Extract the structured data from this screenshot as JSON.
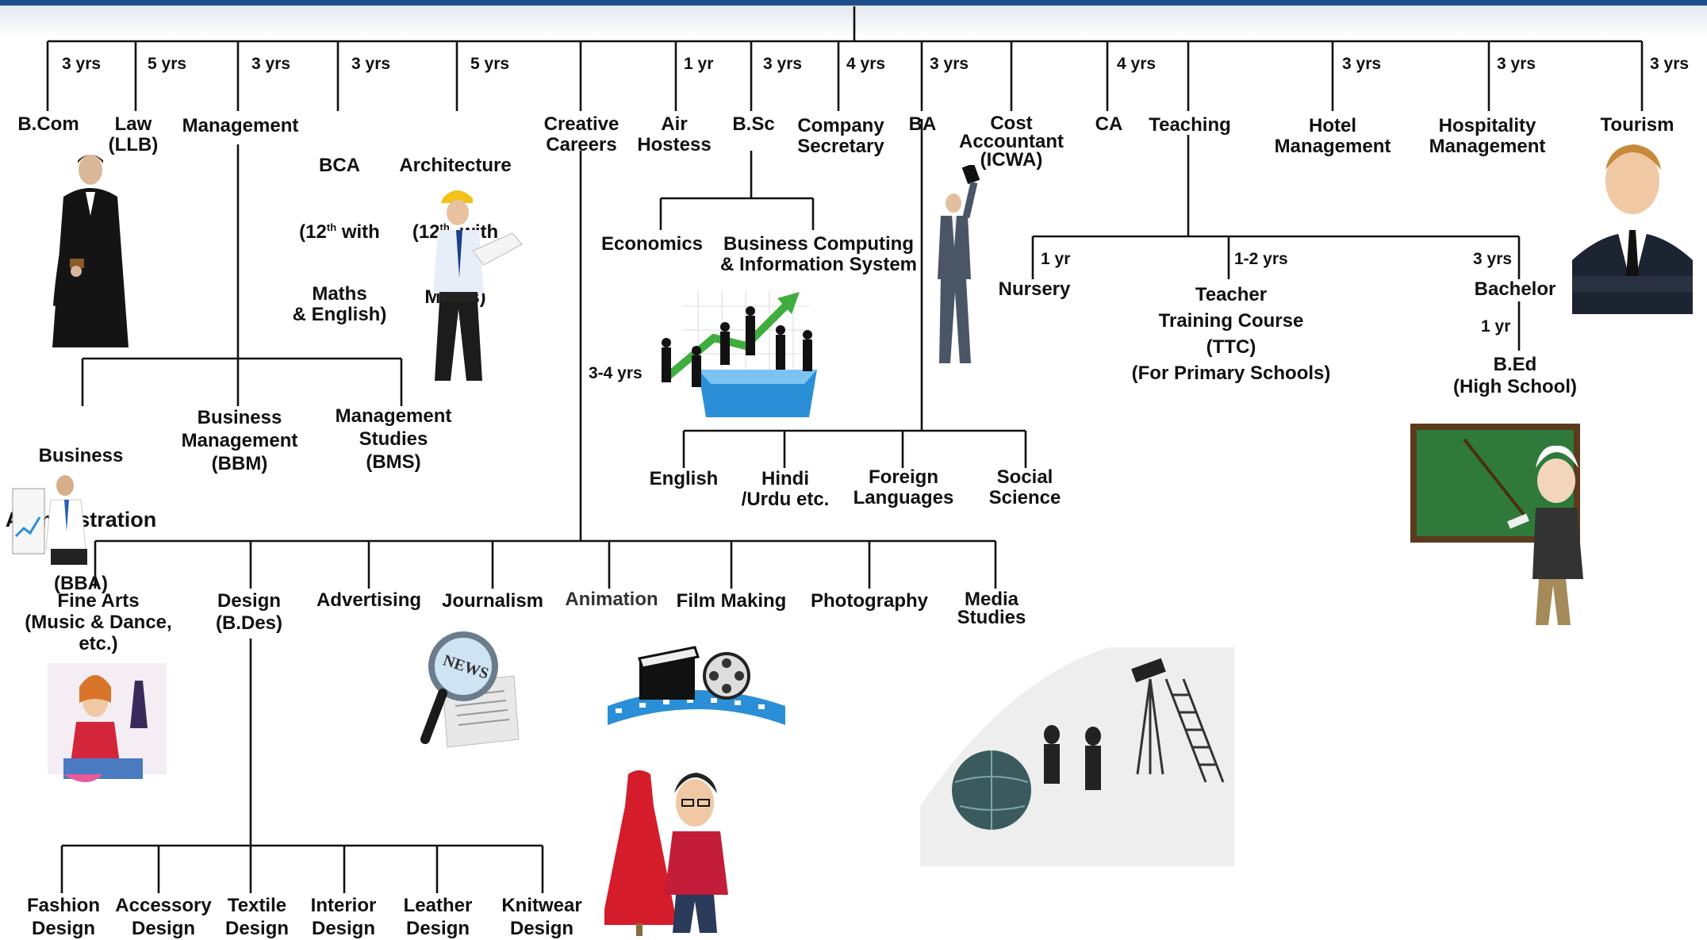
{
  "nodes": {
    "bcom": "B.Com",
    "law": "Law\n(LLB)",
    "management": "Management",
    "bca_line1": "BCA",
    "bca_line2_pre": "(12",
    "bca_sup": "th",
    "bca_line2_post": " with",
    "bca_line3": "Maths\n& English)",
    "arch_line1": "Architecture",
    "arch_line2_pre": "(12",
    "arch_sup": "th",
    "arch_line2_post": "  with",
    "arch_line3": "Maths)",
    "creative": "Creative\nCareers",
    "air": "Air\nHostess",
    "bsc": "B.Sc",
    "company": "Company\nSecretary",
    "ba": "BA",
    "cost": "Cost\nAccountant\n(ICWA)",
    "ca": "CA",
    "teaching": "Teaching",
    "hotel": "Hotel\nManagement",
    "hospitality": "Hospitality\nManagement",
    "tourism": "Tourism",
    "economics": "Economics",
    "bcis": "Business Computing\n& Information System",
    "nursery": "Nursery",
    "ttc": "Teacher\nTraining Course\n(TTC)\n(For Primary Schools)",
    "bachelor": "Bachelor",
    "bed": "B.Ed\n(High School)",
    "bba_1": "Business",
    "bba_2": "Administration",
    "bba_3": "(BBA)",
    "bbm": "Business\nManagement\n(BBM)",
    "bms": "Management\nStudies\n(BMS)",
    "english": "English",
    "hindi": "Hindi\n/Urdu etc.",
    "foreign": "Foreign\nLanguages",
    "social": "Social\nScience",
    "finearts": "Fine Arts\n(Music & Dance,\netc.)",
    "design": "Design\n(B.Des)",
    "advertising": "Advertising",
    "journalism": "Journalism",
    "animation": "Animation",
    "film": "Film Making",
    "photography": "Photography",
    "media": "Media\nStudies",
    "fashion": "Fashion\nDesign",
    "accessory": "Accessory\nDesign",
    "textile": "Textile\nDesign",
    "interior": "Interior\nDesign",
    "leather": "Leather\nDesign",
    "knitwear": "Knitwear\nDesign"
  },
  "durations": {
    "bcom": "3 yrs",
    "law": "5 yrs",
    "management": "3 yrs",
    "bca": "3 yrs",
    "arch": "5 yrs",
    "air": "1 yr",
    "bsc": "3 yrs",
    "company": "4 yrs",
    "ba": "3 yrs",
    "ca": "4 yrs",
    "hotel": "3 yrs",
    "hospitality": "3 yrs",
    "tourism": "3 yrs",
    "nursery": "1 yr",
    "ttc": "1-2 yrs",
    "bachelor": "3 yrs",
    "bed": "1 yr",
    "bsc_sub": "3-4 yrs"
  },
  "illustrations": {
    "news_text": "NEWS"
  },
  "colors": {
    "topbar": "#1f4f8a",
    "line": "#111111",
    "board": "#2f7a3a",
    "accent_green": "#3fae3f",
    "accent_blue": "#2a8fd6"
  }
}
